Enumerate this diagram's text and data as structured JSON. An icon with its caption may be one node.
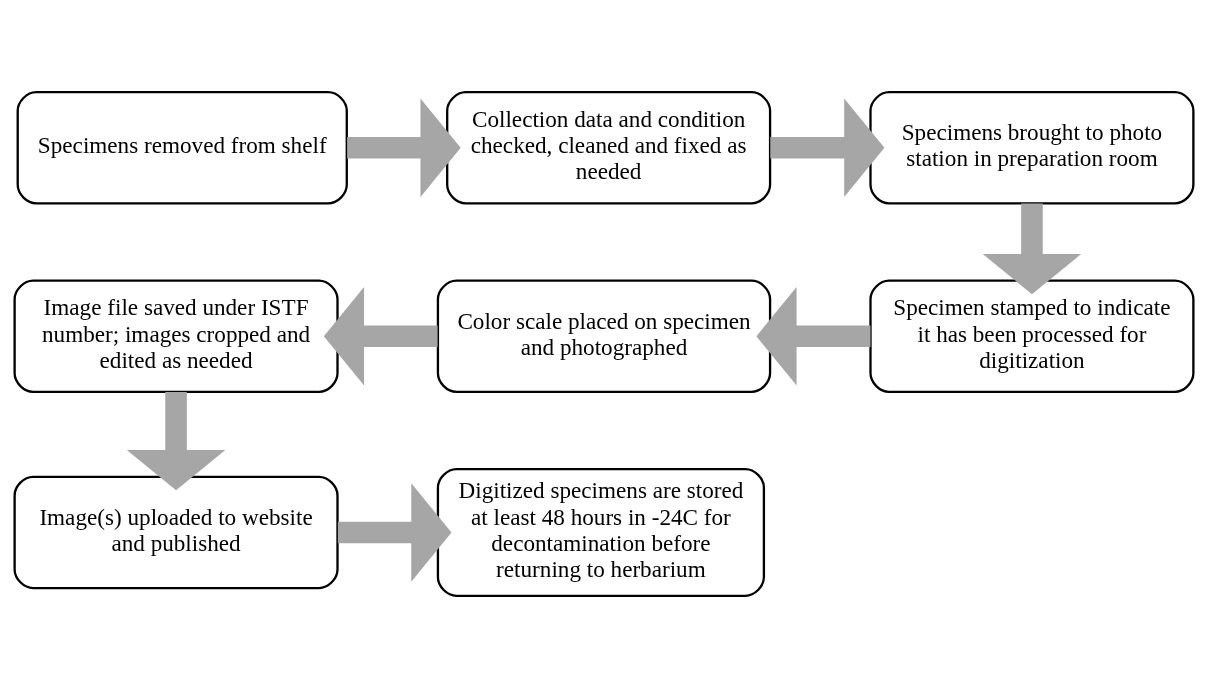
{
  "diagram": {
    "nodes": [
      {
        "text": [
          "Specimens removed from shelf"
        ]
      },
      {
        "text": [
          "Collection data and condition checked, cleaned and fixed as needed"
        ]
      },
      {
        "text": [
          "Specimens brought to photo station in preparation room"
        ]
      },
      {
        "text": [
          "Specimen stamped to indicate it has been processed for digitization"
        ]
      },
      {
        "text": [
          "Color scale placed on specimen and photographed"
        ]
      },
      {
        "text": [
          "Image file saved under ISTF number; images cropped and edited as needed"
        ]
      },
      {
        "text": [
          "Image(s) uploaded to website and published"
        ]
      },
      {
        "text": [
          "Digitized specimens are stored at least 48 hours in -24C for decontamination before returning to herbarium"
        ]
      }
    ],
    "edges": [
      {
        "from": 0,
        "to": 1,
        "arrow": "to"
      },
      {
        "from": 1,
        "to": 2,
        "arrow": "to"
      },
      {
        "from": 2,
        "to": 3,
        "arrow": "to"
      },
      {
        "from": 3,
        "to": 4,
        "arrow": "to"
      },
      {
        "from": 4,
        "to": 5,
        "arrow": "to"
      },
      {
        "from": 5,
        "to": 6,
        "arrow": "to"
      },
      {
        "from": 6,
        "to": 7,
        "arrow": "to"
      }
    ]
  }
}
